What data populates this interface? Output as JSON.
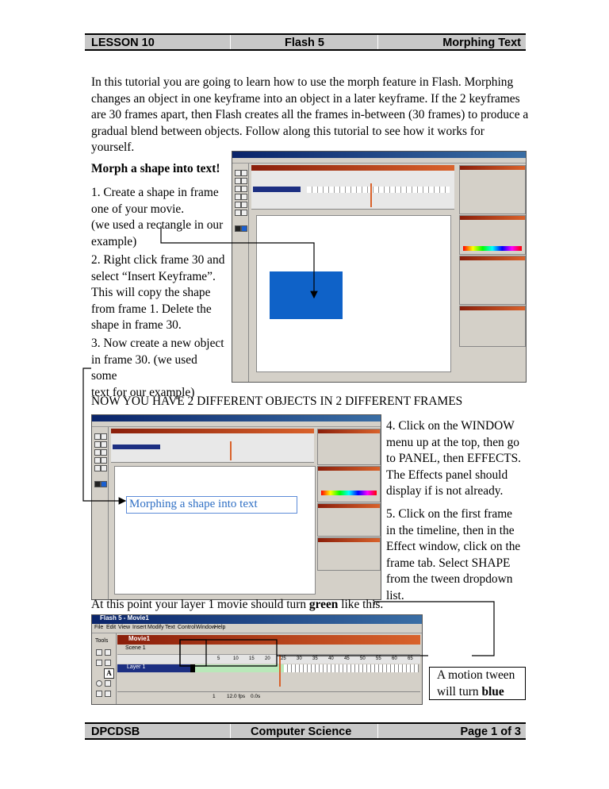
{
  "header": {
    "left": "LESSON 10",
    "center": "Flash 5",
    "right": "Morphing Text"
  },
  "footer": {
    "left": "DPCDSB",
    "center": "Computer Science",
    "right": "Page 1 of 3"
  },
  "intro": "In this tutorial you are going to learn how to use the morph feature in Flash. Morphing changes an object in one keyframe into an object in a later keyframe. If the 2 keyframes are 30 frames apart, then Flash creates all the frames in-between (30 frames) to produce a gradual blend between objects. Follow along this tutorial to see how it works for yourself.",
  "section_heading": "Morph a shape into text!",
  "steps": {
    "s1_line1": "1. Create a shape in frame",
    "s1_line2": "one of your movie.",
    "s1_line3": "(we used a rectangle in our",
    "s1_line4": "example)",
    "s2_line1": "2. Right click frame 30 and",
    "s2_line2": "select “Insert Keyframe”.",
    "s2_line3": "This will copy the shape",
    "s2_line4": "from frame 1. Delete the",
    "s2_line5": "shape in frame 30.",
    "s3_line1": "3. Now create a new object",
    "s3_line2": "in frame 30. (we used some",
    "s3_line3": "text for our example)",
    "s4_line1": "4. Click on the WINDOW",
    "s4_line2": "menu up at the top, then go",
    "s4_line3": "to PANEL, then EFFECTS.",
    "s4_line4": "The Effects panel should",
    "s4_line5": "display if is not already.",
    "s5_line1": "5. Click on the first frame",
    "s5_line2": "in the timeline, then in the",
    "s5_line3": "Effect window, click on the",
    "s5_line4": "frame tab. Select SHAPE",
    "s5_line5": "from the tween dropdown",
    "s5_line6": "list."
  },
  "notice": "NOW YOU HAVE 2 DIFFERENT OBJECTS IN 2 DIFFERENT FRAMES",
  "green_line": {
    "before": "At this point your layer 1 movie should turn ",
    "bold": "green",
    "after": " like this."
  },
  "motion_note": {
    "line1": "A motion tween",
    "line2_plain": "will turn ",
    "line2_bold": "blue"
  },
  "screenshot2_text": "Morphing a shape into text",
  "screenshot3": {
    "app_title": "Flash 5 - Movie1",
    "menu": [
      "File",
      "Edit",
      "View",
      "Insert",
      "Modify",
      "Text",
      "Control",
      "Window",
      "Help"
    ],
    "movie_title": "Movie1",
    "scene_label": "Scene 1",
    "tools_label": "Tools",
    "layer_name": "Layer 1",
    "frame_numbers": [
      "5",
      "10",
      "15",
      "20",
      "25",
      "30",
      "35",
      "40",
      "45",
      "50",
      "55",
      "60",
      "65"
    ],
    "status_frame": "1",
    "status_fps": "12.0 fps",
    "status_time": "0.0s"
  },
  "colors": {
    "rect_blue": "#0f62c8",
    "tween_green": "#b9e8b9",
    "header_gray": "#c8c8c8",
    "flash_orange": "#d9622b"
  }
}
